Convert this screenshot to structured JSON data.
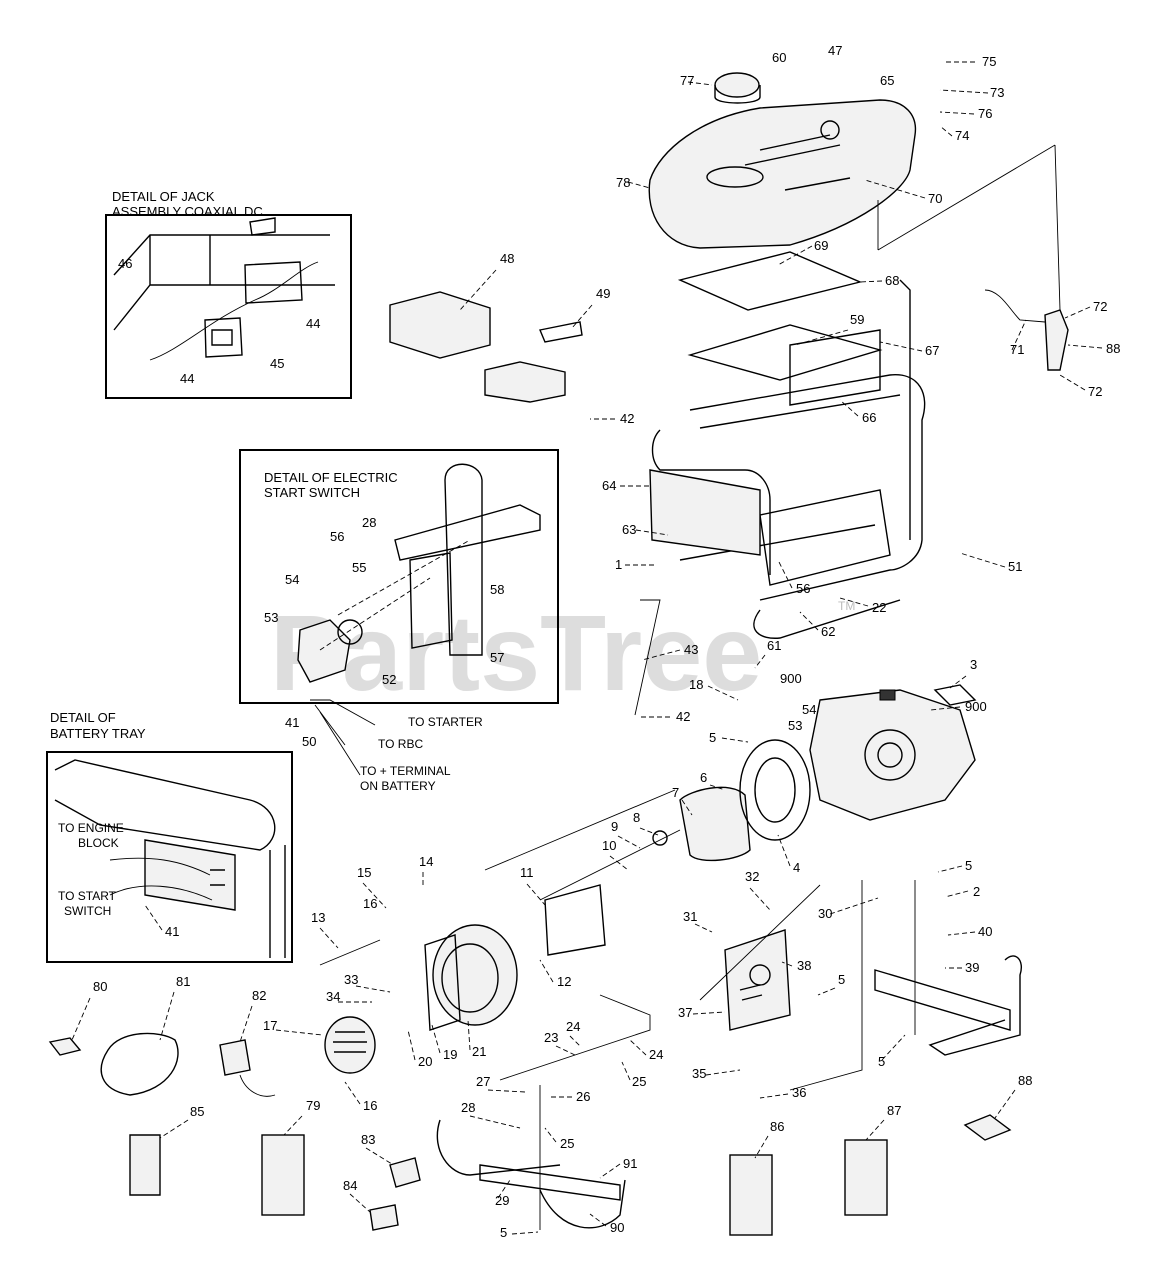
{
  "watermark": {
    "brand": "PartsTree",
    "trademark": "TM"
  },
  "details": {
    "jack": {
      "title_line1": "DETAIL OF JACK",
      "title_line2": "ASSEMBLY COAXIAL DC"
    },
    "start_switch": {
      "title_line1": "DETAIL OF ELECTRIC",
      "title_line2": "START SWITCH"
    },
    "battery_tray": {
      "title_line1": "DETAIL OF",
      "title_line2": "BATTERY TRAY"
    }
  },
  "notes": {
    "to_starter": "TO STARTER",
    "to_rbc": "TO RBC",
    "to_terminal_line1": "TO + TERMINAL",
    "to_terminal_line2": "ON BATTERY",
    "to_engine_line1": "TO ENGINE",
    "to_engine_line2": "BLOCK",
    "to_switch_line1": "TO START",
    "to_switch_line2": "SWITCH"
  },
  "callouts": [
    "75",
    "60",
    "47",
    "77",
    "73",
    "65",
    "76",
    "74",
    "78",
    "70",
    "69",
    "68",
    "48",
    "49",
    "59",
    "67",
    "72",
    "71",
    "88",
    "72",
    "46",
    "44",
    "44",
    "45",
    "42",
    "66",
    "64",
    "63",
    "1",
    "51",
    "28",
    "56",
    "55",
    "58",
    "54",
    "53",
    "57",
    "52",
    "56",
    "22",
    "62",
    "43",
    "61",
    "18",
    "900",
    "3",
    "900",
    "42",
    "41",
    "50",
    "54",
    "53",
    "5",
    "6",
    "7",
    "16",
    "14",
    "15",
    "11",
    "10",
    "9",
    "8",
    "4",
    "32",
    "5",
    "2",
    "13",
    "31",
    "30",
    "38",
    "40",
    "39",
    "33",
    "34",
    "12",
    "37",
    "5",
    "17",
    "20",
    "19",
    "21",
    "24",
    "23",
    "24",
    "25",
    "35",
    "36",
    "5",
    "80",
    "81",
    "82",
    "27",
    "26",
    "16",
    "28",
    "25",
    "88",
    "85",
    "79",
    "83",
    "86",
    "87",
    "84",
    "91",
    "29",
    "90",
    "5",
    "41"
  ]
}
